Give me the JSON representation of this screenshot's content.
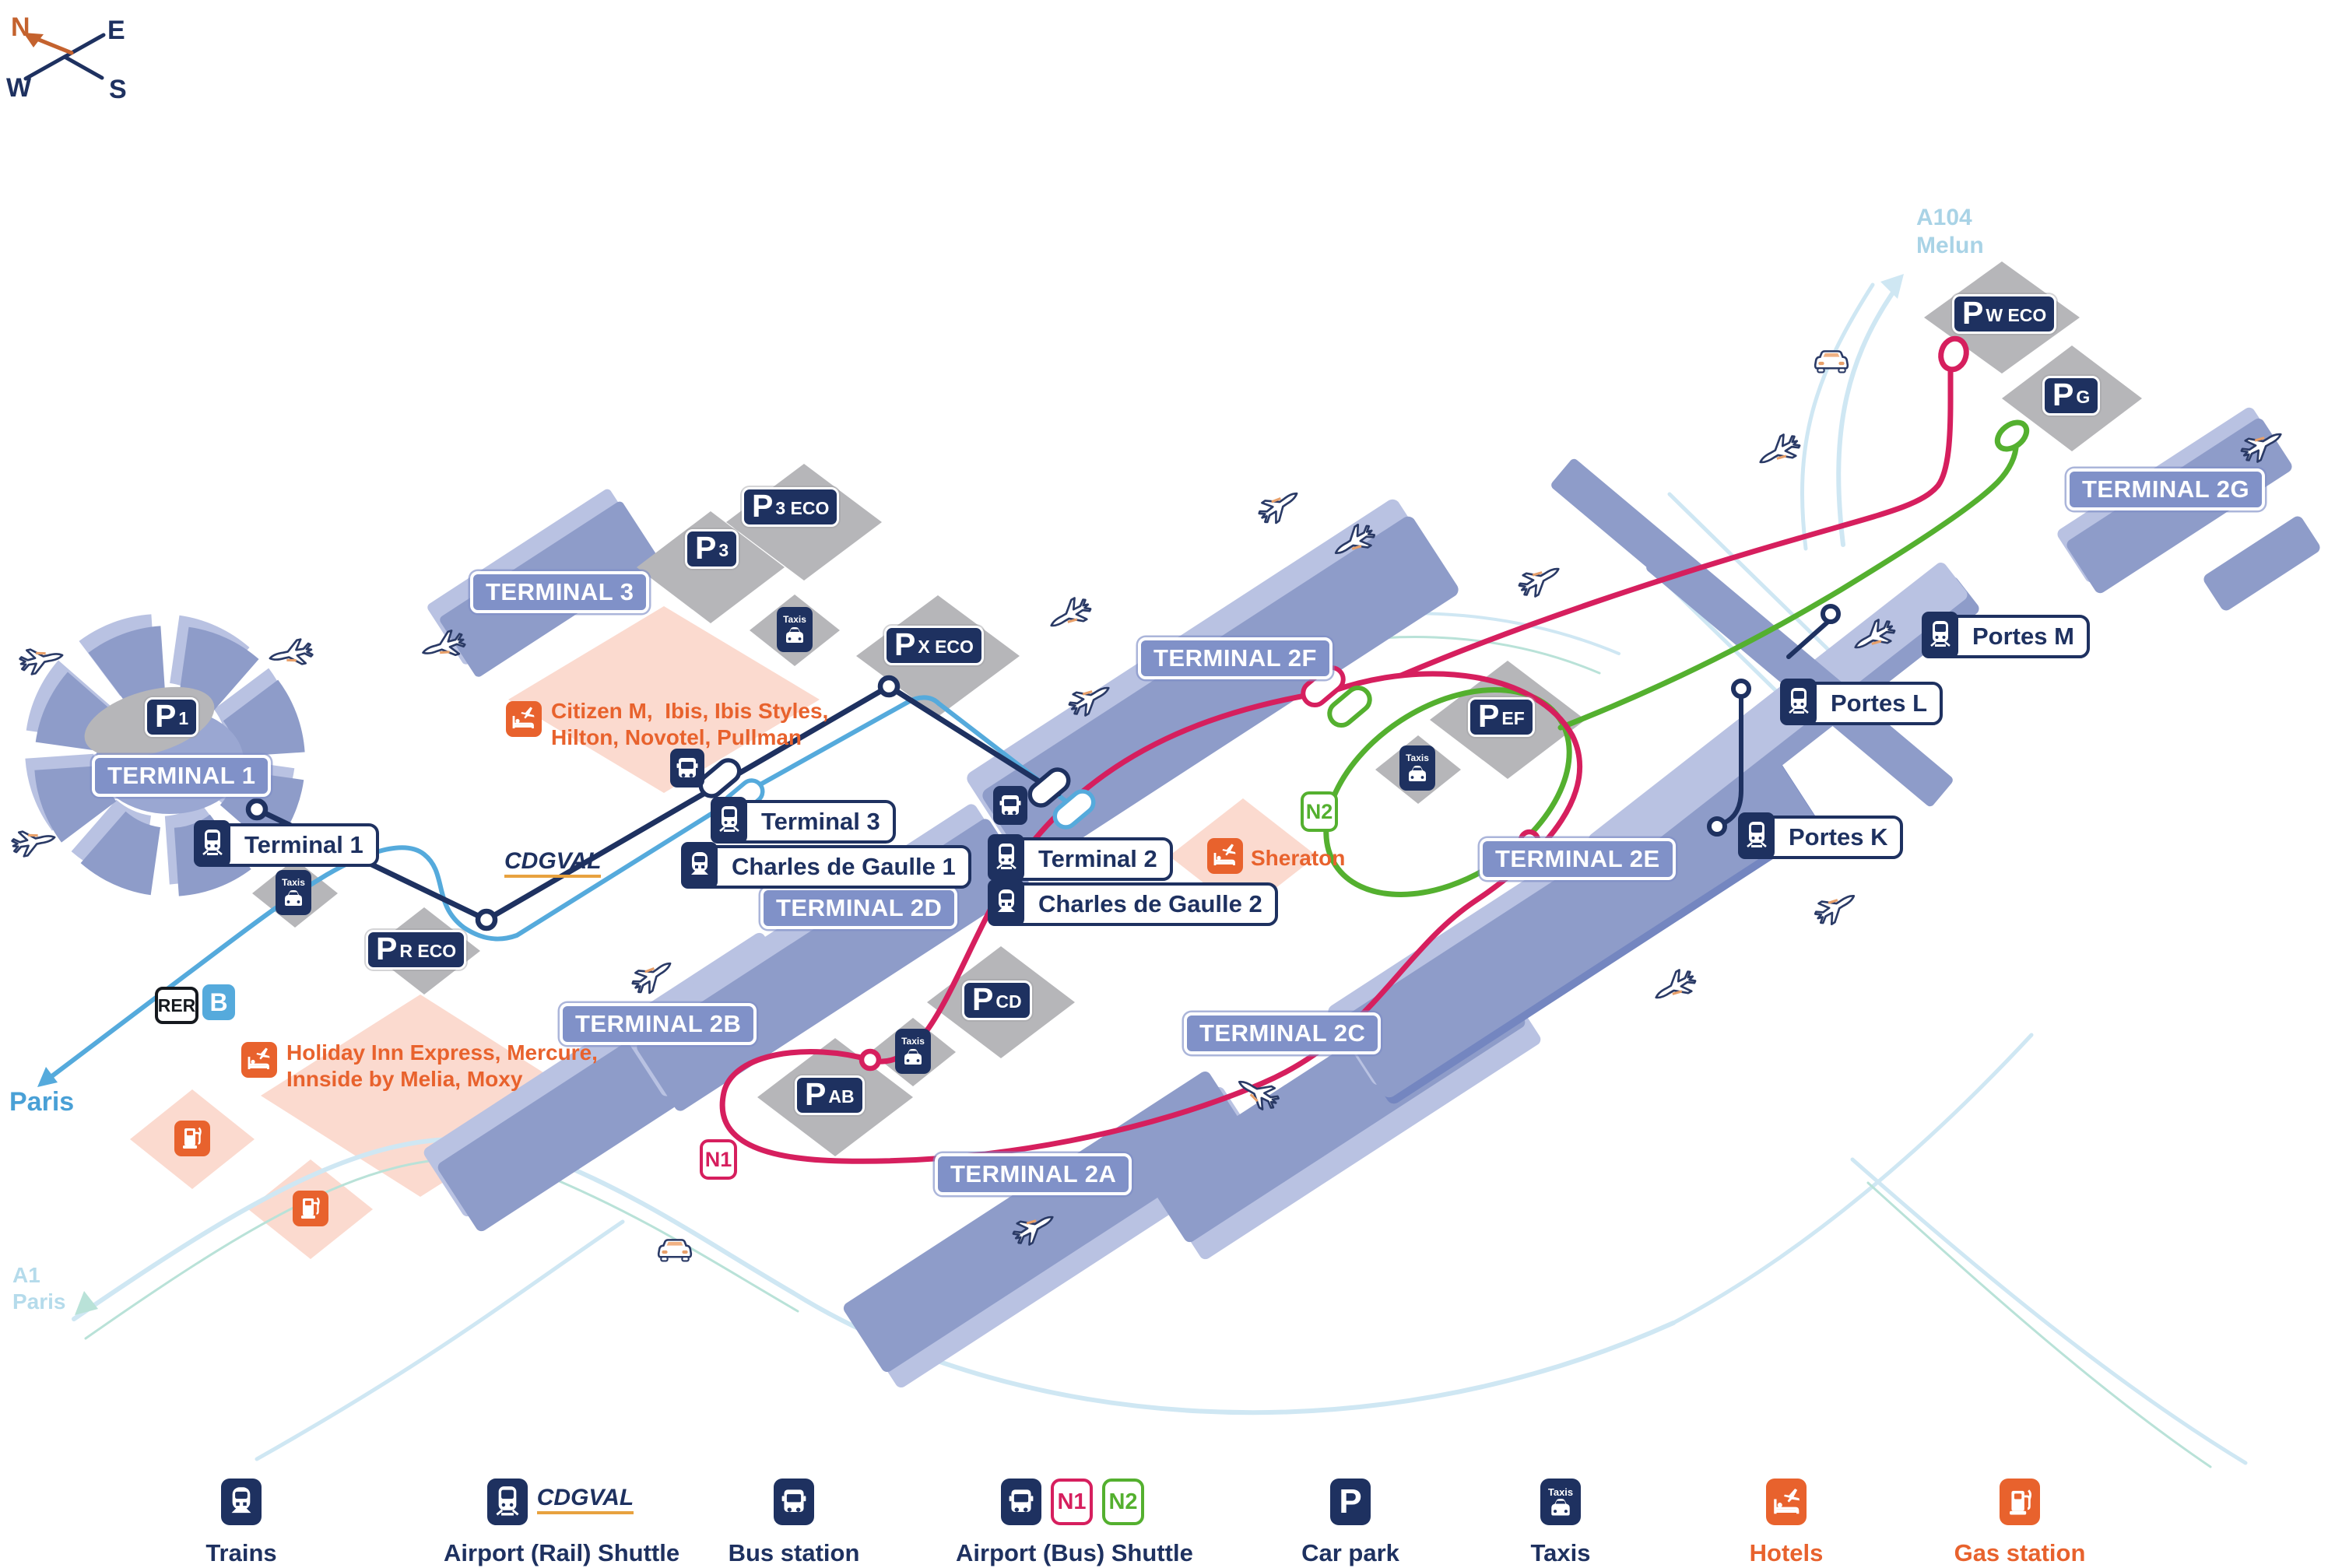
{
  "compass": {
    "n": "N",
    "e": "E",
    "w": "W",
    "s": "S"
  },
  "roads": {
    "a104": "A104",
    "melun": "Melun",
    "a1": "A1",
    "a1_city": "Paris",
    "paris": "Paris"
  },
  "rer": {
    "sign": "RER",
    "line": "B"
  },
  "cdgval_label": "CDGVAL",
  "terminals": {
    "t1": "TERMINAL 1",
    "t3": "TERMINAL 3",
    "t2a": "TERMINAL 2A",
    "t2b": "TERMINAL 2B",
    "t2c": "TERMINAL 2C",
    "t2d": "TERMINAL 2D",
    "t2e": "TERMINAL 2E",
    "t2f": "TERMINAL 2F",
    "t2g": "TERMINAL 2G"
  },
  "parkings": {
    "p1": {
      "p": "P",
      "s": "1"
    },
    "p3": {
      "p": "P",
      "s": "3"
    },
    "p3eco": {
      "p": "P",
      "s": "3 ECO"
    },
    "pxeco": {
      "p": "P",
      "s": "X ECO"
    },
    "preco": {
      "p": "P",
      "s": "R ECO"
    },
    "pab": {
      "p": "P",
      "s": "AB"
    },
    "pcd": {
      "p": "P",
      "s": "CD"
    },
    "pef": {
      "p": "P",
      "s": "EF"
    },
    "pg": {
      "p": "P",
      "s": "G"
    },
    "pweco": {
      "p": "P",
      "s": "W ECO"
    }
  },
  "stations": {
    "terminal1": "Terminal 1",
    "terminal3": "Terminal 3",
    "cdg1": "Charles de Gaulle 1",
    "terminal2": "Terminal 2",
    "cdg2": "Charles de Gaulle 2",
    "portes_m": "Portes M",
    "portes_l": "Portes L",
    "portes_k": "Portes K"
  },
  "bus_shuttle_stops": {
    "n1": "N1",
    "n2": "N2"
  },
  "taxis_label": "Taxis",
  "hotels": {
    "zone1": "Citizen M,  Ibis, Ibis Styles,\nHilton, Novotel, Pullman",
    "zone2": "Holiday Inn Express, Mercure,\nInnside by Melia, Moxy",
    "zone3": "Sheraton"
  },
  "legend": {
    "trains": "Trains",
    "cdgval": "CDGVAL",
    "rail_shuttle": "Airport (Rail) Shuttle",
    "bus_station": "Bus station",
    "n1": "N1",
    "n2": "N2",
    "bus_shuttle": "Airport (Bus) Shuttle",
    "car_park": "Car park",
    "car_park_p": "P",
    "taxis": "Taxis",
    "hotels": "Hotels",
    "gas": "Gas station"
  },
  "colors": {
    "navy": "#1e3160",
    "terminal_blue": "#8091c8",
    "building_blue": "#8e9cc9",
    "building_light": "#b9c2e2",
    "building_dark": "#7486c0",
    "parking_gray": "#b6b6b9",
    "hotel_zone_salmon": "#fbdacf",
    "orange": "#e8622d",
    "n1_pink": "#d61f5e",
    "n2_green": "#54b02f",
    "rer_blue": "#55aadc",
    "road_blue": "#cfe7f3",
    "road_teal": "#b9e2d8",
    "faded_text_blue": "#a9d3e6"
  }
}
